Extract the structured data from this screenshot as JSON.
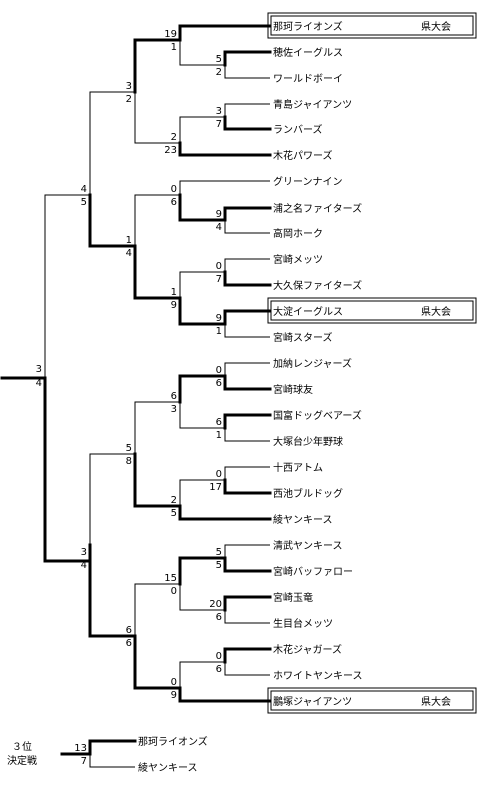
{
  "teams": [
    {
      "name": "那珂ライオンズ",
      "badge": "県大会"
    },
    {
      "name": "穂佐イーグルス"
    },
    {
      "name": "ワールドボーイ"
    },
    {
      "name": "青島ジャイアンツ"
    },
    {
      "name": "ランバーズ"
    },
    {
      "name": "木花パワーズ"
    },
    {
      "name": "グリーンナイン"
    },
    {
      "name": "浦之名ファイターズ"
    },
    {
      "name": "高岡ホーク"
    },
    {
      "name": "宮崎メッツ"
    },
    {
      "name": "大久保ファイターズ"
    },
    {
      "name": "大淀イーグルス",
      "badge": "県大会"
    },
    {
      "name": "宮崎スターズ"
    },
    {
      "name": "加納レンジャーズ"
    },
    {
      "name": "宮崎球友"
    },
    {
      "name": "国富ドッグベアーズ"
    },
    {
      "name": "大塚台少年野球"
    },
    {
      "name": "十西アトム"
    },
    {
      "name": "西池ブルドッグ"
    },
    {
      "name": "綾ヤンキース"
    },
    {
      "name": "清武ヤンキース"
    },
    {
      "name": "宮崎バッファロー"
    },
    {
      "name": "宮崎玉竜"
    },
    {
      "name": "生目台メッツ"
    },
    {
      "name": "木花ジャガーズ"
    },
    {
      "name": "ホワイトヤンキース"
    },
    {
      "name": "鵬塚ジャイアンツ",
      "badge": "県大会"
    }
  ],
  "scores": {
    "r1_top": "19",
    "r1_bot": "1",
    "r2_top": "5",
    "r2_bot": "2",
    "r3_top": "3",
    "r3_bot": "7",
    "r4_top": "2",
    "r4_bot": "23",
    "r5_top": "3",
    "r5_bot": "2",
    "r6_top": "9",
    "r6_bot": "4",
    "r7_top": "0",
    "r7_bot": "6",
    "r8_top": "0",
    "r8_bot": "7",
    "r9_top": "9",
    "r9_bot": "1",
    "r10_top": "1",
    "r10_bot": "9",
    "r11_top": "1",
    "r11_bot": "4",
    "r12_top": "4",
    "r12_bot": "5",
    "r13_top": "0",
    "r13_bot": "6",
    "r14_top": "6",
    "r14_bot": "1",
    "r15_top": "6",
    "r15_bot": "3",
    "r16_top": "0",
    "r16_bot": "17",
    "r17_top": "2",
    "r17_bot": "5",
    "r18_top": "5",
    "r18_bot": "8",
    "r19_top": "5",
    "r19_bot": "5",
    "r20_top": "20",
    "r20_bot": "6",
    "r21_top": "15",
    "r21_bot": "0",
    "r22_top": "0",
    "r22_bot": "6",
    "r23_top": "0",
    "r23_bot": "9",
    "r24_top": "6",
    "r24_bot": "6",
    "r25_top": "3",
    "r25_bot": "4",
    "final_top": "3",
    "final_bot": "4"
  },
  "third_place": {
    "label_line1": "３位",
    "label_line2": "決定戦",
    "team_top": "那珂ライオンズ",
    "team_bot": "綾ヤンキース",
    "score_top": "13",
    "score_bot": "7"
  }
}
